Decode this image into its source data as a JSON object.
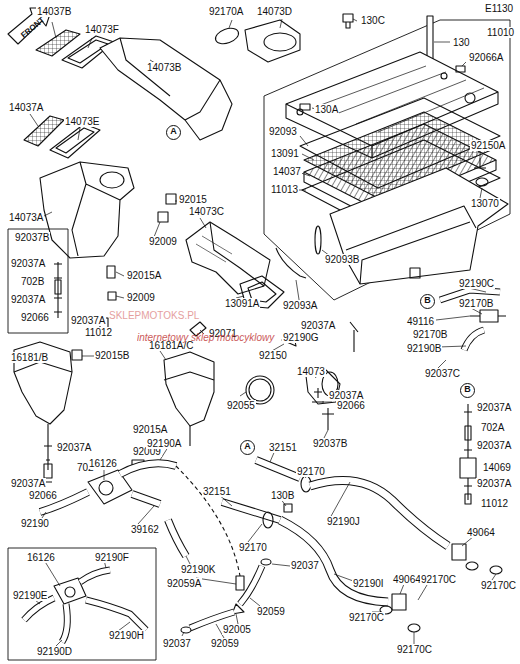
{
  "diagram": {
    "nodes": [
      {
        "text": [
          "A"
        ]
      },
      {
        "text": [
          "B"
        ]
      },
      {
        "text": [
          "B"
        ]
      },
      {
        "text": [
          "A"
        ]
      }
    ],
    "labels": [
      "E1130",
      "FRONT",
      "14037B",
      "14073F",
      "92170A",
      "14073D",
      "130C",
      "130",
      "11010",
      "92066A",
      "14073B",
      "14037A",
      "14073E",
      "130A",
      "92093",
      "13091",
      "14037",
      "11013",
      "92150A",
      "13070",
      "92015",
      "14073A",
      "14073C",
      "92009",
      "92037B",
      "92037A",
      "702B",
      "92037A",
      "92066",
      "92015A",
      "92009",
      "92037A",
      "11012",
      "13091A",
      "92093A",
      "92093B",
      "92190C",
      "92170B",
      "92037A",
      "49116",
      "92170B",
      "92071",
      "92015B",
      "92190G",
      "92150",
      "92190B",
      "16181/B",
      "16181A/C",
      "14073",
      "92037C",
      "92037A",
      "92055",
      "92066",
      "92037A",
      "702",
      "92037A",
      "92066",
      "92015A",
      "92009",
      "92037A",
      "702A",
      "92037A",
      "14069",
      "92037A",
      "11012",
      "92037B",
      "32151",
      "92170",
      "16126",
      "92190A",
      "92190J",
      "130B",
      "32151",
      "92190",
      "39162",
      "92170",
      "92190K",
      "49064",
      "92059A",
      "92037",
      "92190I",
      "49064",
      "92170C",
      "92170C",
      "92170C",
      "92170C",
      "92059",
      "92005",
      "92037",
      "92059",
      "16126",
      "92190F",
      "92190E",
      "92190H",
      "92190D",
      "SKLEPMOTOKS.PL",
      "internetowy sklep motocyklowy"
    ]
  }
}
